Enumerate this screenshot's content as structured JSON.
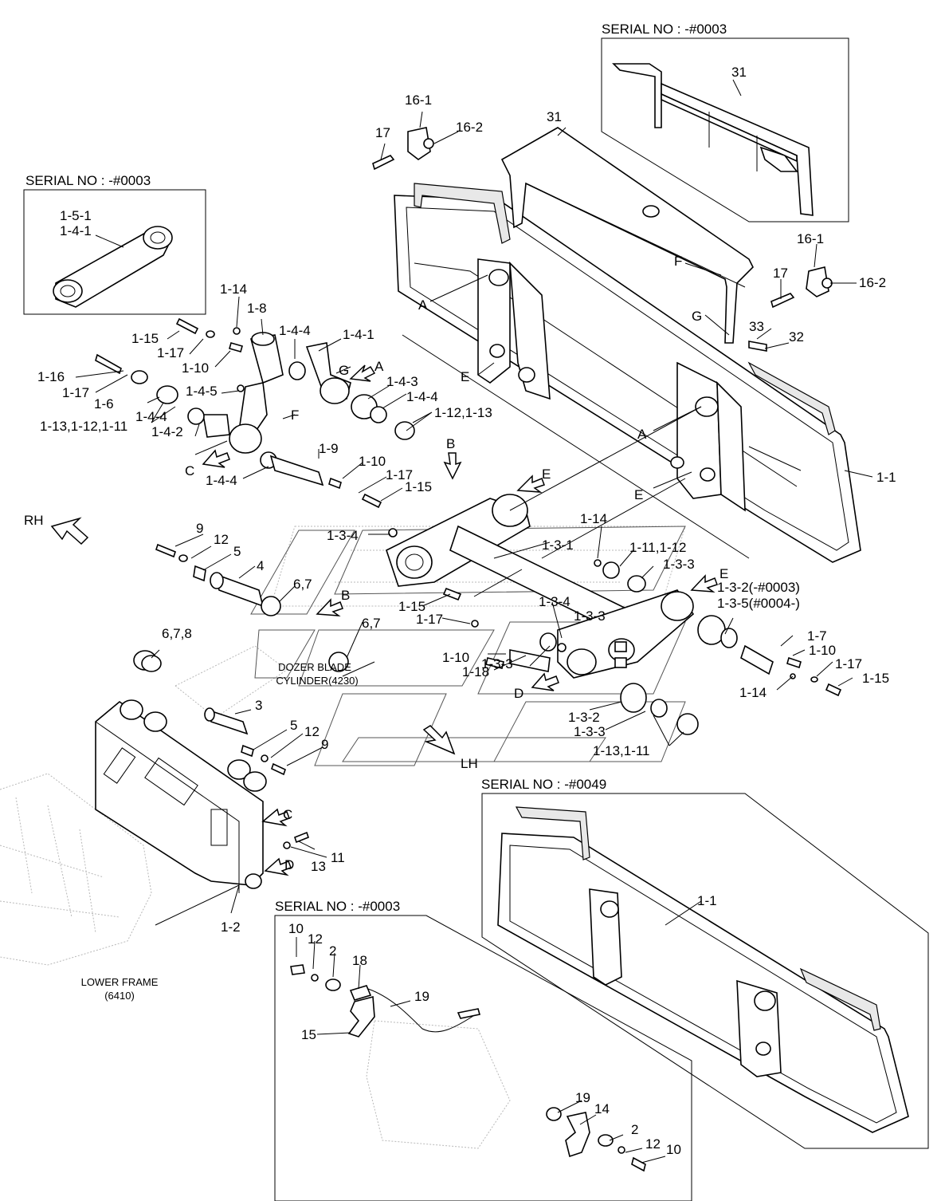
{
  "serial_boxes": {
    "top_right": "SERIAL NO : -#0003",
    "top_left": "SERIAL NO : -#0003",
    "bottom_right": "SERIAL NO : -#0049",
    "bottom_middle": "SERIAL NO : -#0003"
  },
  "notes": {
    "dozer_cylinder_1": "DOZER BLADE",
    "dozer_cylinder_2": "CYLINDER(4230)",
    "lower_frame_1": "LOWER FRAME",
    "lower_frame_2": "(6410)"
  },
  "directions": {
    "rh": "RH",
    "lh": "LH"
  },
  "callouts": [
    "31",
    "31",
    "16-1",
    "16-2",
    "17",
    "16-1",
    "16-2",
    "17",
    "F",
    "G",
    "33",
    "32",
    "A",
    "E",
    "1-5-1",
    "1-4-1",
    "1-14",
    "1-8",
    "1-15",
    "1-17",
    "1-10",
    "1-4-4",
    "1-4-1",
    "G",
    "A",
    "1-16",
    "1-17",
    "1-6",
    "1-4-5",
    "1-4-3",
    "1-4-4",
    "1-13,1-12,1-11",
    "F",
    "1-12,1-13",
    "1-4-4",
    "1-4-2",
    "C",
    "1-4-4",
    "1-9",
    "1-10",
    "1-17",
    "1-15",
    "B",
    "E",
    "A",
    "E",
    "1-1",
    "RH",
    "9",
    "12",
    "5",
    "4",
    "1-3-4",
    "1-3-1",
    "1-14",
    "1-11,1-12",
    "1-3-3",
    "E",
    "1-3-2(-#0003)",
    "1-3-5(#0004-)",
    "6,7",
    "B",
    "1-15",
    "1-17",
    "1-3-4",
    "1-3-3",
    "6,7",
    "1-10",
    "1-18",
    "1-3-3",
    "1-7",
    "1-10",
    "1-17",
    "1-15",
    "6,7,8",
    "D",
    "1-14",
    "1-3-2",
    "1-3-3",
    "1-13,1-11",
    "3",
    "5",
    "12",
    "9",
    "LH",
    "C",
    "D",
    "13",
    "11",
    "1-2",
    "1-1",
    "10",
    "12",
    "2",
    "18",
    "19",
    "15",
    "19",
    "14",
    "2",
    "12",
    "10"
  ]
}
